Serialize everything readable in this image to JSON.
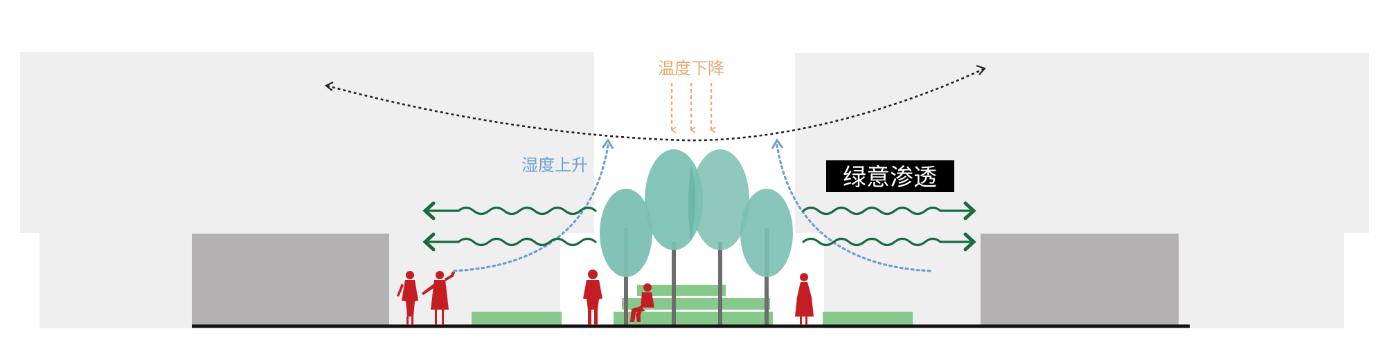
{
  "labels": {
    "temperature_drop": "温度下降",
    "humidity_rise": "湿度上升",
    "green_penetration": "绿意渗透"
  },
  "colors": {
    "building_light": "#efefef",
    "building_dark": "#b3b1b1",
    "ground": "#111111",
    "tree_canopy": "#7bbfb3",
    "tree_trunk": "#6d6d6d",
    "grass": "#86c98a",
    "people": "#c41e24",
    "temperature": "#eca870",
    "humidity": "#6e9fcc",
    "green_wave": "#156b3c",
    "airflow": "#222222",
    "badge_bg": "#000000",
    "badge_text": "#ffffff"
  },
  "icons": {
    "tree": "tree-icon",
    "person": "person-icon",
    "wave_arrow": "wave-arrow-icon",
    "airflow_arrow": "airflow-arrow-icon"
  }
}
